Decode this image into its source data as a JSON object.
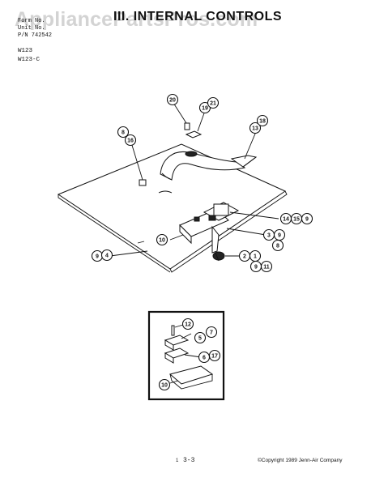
{
  "header": {
    "title": "III. INTERNAL CONTROLS",
    "line1": "Form No.",
    "line2": "Unit No.",
    "part_number": "P/N 742542"
  },
  "models": [
    "W123",
    "W123-C"
  ],
  "watermark": "AppliancePartsPros.com",
  "callouts": [
    "20",
    "19",
    "21",
    "8",
    "16",
    "13",
    "18",
    "14",
    "15",
    "9",
    "10",
    "3",
    "9",
    "8",
    "9",
    "4",
    "2",
    "1",
    "9",
    "11",
    "12",
    "5",
    "7",
    "6",
    "17",
    "10"
  ],
  "footer": {
    "mark": "1",
    "page": "3-3",
    "copyright": "©Copyright 1989 Jenn-Air Company"
  }
}
